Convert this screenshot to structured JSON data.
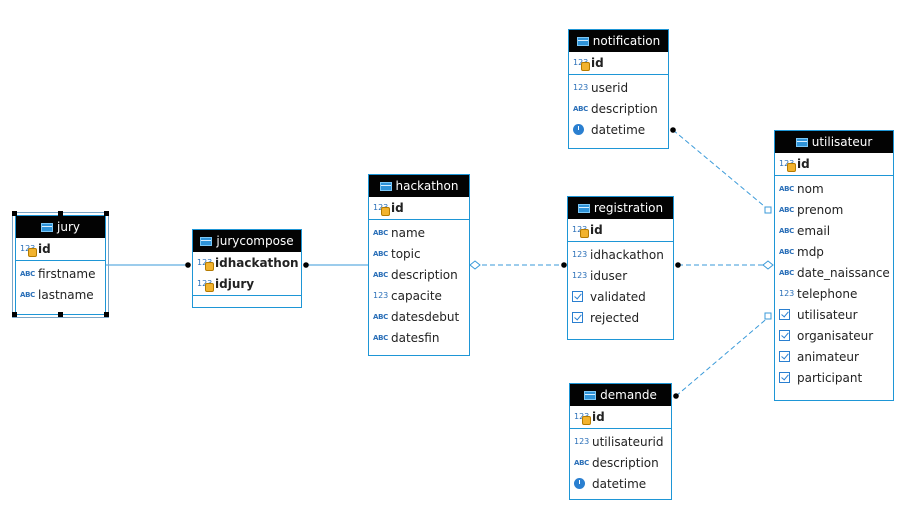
{
  "entities": {
    "jury": {
      "title": "jury",
      "pk": [
        {
          "name": "id",
          "type": "123"
        }
      ],
      "columns": [
        {
          "name": "firstname",
          "type": "abc"
        },
        {
          "name": "lastname",
          "type": "abc"
        }
      ]
    },
    "jurycompose": {
      "title": "jurycompose",
      "pk": [
        {
          "name": "idhackathon",
          "type": "123"
        },
        {
          "name": "idjury",
          "type": "123"
        }
      ],
      "columns": []
    },
    "hackathon": {
      "title": "hackathon",
      "pk": [
        {
          "name": "id",
          "type": "123"
        }
      ],
      "columns": [
        {
          "name": "name",
          "type": "abc"
        },
        {
          "name": "topic",
          "type": "abc"
        },
        {
          "name": "description",
          "type": "abc"
        },
        {
          "name": "capacite",
          "type": "123"
        },
        {
          "name": "datesdebut",
          "type": "abc"
        },
        {
          "name": "datesfin",
          "type": "abc"
        }
      ]
    },
    "notification": {
      "title": "notification",
      "pk": [
        {
          "name": "id",
          "type": "123"
        }
      ],
      "columns": [
        {
          "name": "userid",
          "type": "123"
        },
        {
          "name": "description",
          "type": "abc"
        },
        {
          "name": "datetime",
          "type": "clock"
        }
      ]
    },
    "registration": {
      "title": "registration",
      "pk": [
        {
          "name": "id",
          "type": "123"
        }
      ],
      "columns": [
        {
          "name": "idhackathon",
          "type": "123"
        },
        {
          "name": "iduser",
          "type": "123"
        },
        {
          "name": "validated",
          "type": "check"
        },
        {
          "name": "rejected",
          "type": "check"
        }
      ]
    },
    "demande": {
      "title": "demande",
      "pk": [
        {
          "name": "id",
          "type": "123"
        }
      ],
      "columns": [
        {
          "name": "utilisateurid",
          "type": "123"
        },
        {
          "name": "description",
          "type": "abc"
        },
        {
          "name": "datetime",
          "type": "clock"
        }
      ]
    },
    "utilisateur": {
      "title": "utilisateur",
      "pk": [
        {
          "name": "id",
          "type": "123"
        }
      ],
      "columns": [
        {
          "name": "nom",
          "type": "abc"
        },
        {
          "name": "prenom",
          "type": "abc"
        },
        {
          "name": "email",
          "type": "abc"
        },
        {
          "name": "mdp",
          "type": "abc"
        },
        {
          "name": "date_naissance",
          "type": "abc"
        },
        {
          "name": "telephone",
          "type": "123"
        },
        {
          "name": "utilisateur",
          "type": "check"
        },
        {
          "name": "organisateur",
          "type": "check"
        },
        {
          "name": "animateur",
          "type": "check"
        },
        {
          "name": "participant",
          "type": "check"
        }
      ]
    }
  },
  "relationships": [
    {
      "from": "jury",
      "to": "jurycompose",
      "style": "solid"
    },
    {
      "from": "hackathon",
      "to": "jurycompose",
      "style": "solid"
    },
    {
      "from": "hackathon",
      "to": "registration",
      "style": "dashed"
    },
    {
      "from": "utilisateur",
      "to": "registration",
      "style": "dashed"
    },
    {
      "from": "utilisateur",
      "to": "notification",
      "style": "dashed"
    },
    {
      "from": "utilisateur",
      "to": "demande",
      "style": "dashed"
    }
  ],
  "colors": {
    "entity_border": "#1e96d6",
    "header_bg": "#030303",
    "header_text": "#ffffff",
    "link": "#3a9ad9",
    "connector_dot": "#000000"
  },
  "icons": {
    "table": "table-icon",
    "123": "numeric-type-icon",
    "abc": "text-type-icon",
    "key": "primary-key-icon",
    "clock": "datetime-type-icon",
    "check": "boolean-type-icon"
  }
}
